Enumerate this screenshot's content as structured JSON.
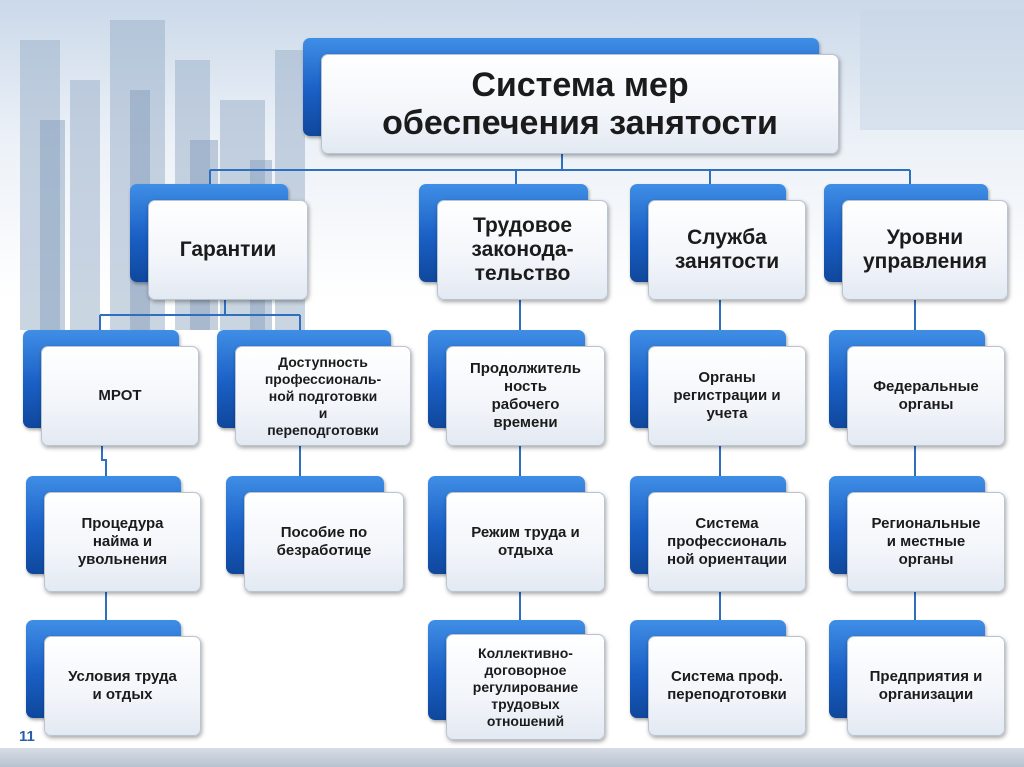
{
  "diagram": {
    "root": "Система мер\nобеспечения занятости",
    "columns": [
      {
        "header": "Гарантии"
      },
      {
        "header": "Трудовое\nзаконода-\nтельство"
      },
      {
        "header": "Служба\nзанятости"
      },
      {
        "header": "Уровни\nуправления"
      }
    ],
    "nodes": {
      "mrot": "МРОТ",
      "access_training": "Доступность\nпрофессиональ-\nной подготовки\nи\nпереподготовки",
      "hiring_procedure": "Процедура\nнайма и\nувольнения",
      "unemployment_benefit": "Пособие по\nбезработице",
      "work_conditions": "Условия труда\nи отдых",
      "work_duration": "Продолжитель\nность\nрабочего\nвремени",
      "work_rest_regime": "Режим труда и\nотдыха",
      "collective_regulation": "Коллективно-\nдоговорное\nрегулирование\nтрудовых\nотношений",
      "registration_bodies": "Органы\nрегистрации и\nучета",
      "career_guidance": "Система\nпрофессиональ\nной ориентации",
      "retraining_system": "Система проф.\nпереподготовки",
      "federal_bodies": "Федеральные\nорганы",
      "regional_bodies": "Региональные\nи местные\nорганы",
      "enterprises": "Предприятия и\nорганизации"
    }
  },
  "footer": {
    "slide_number": "11"
  },
  "colors": {
    "box_back": "#1a5fc4",
    "box_front": "#f2f5fa",
    "connector": "#2f6fc0",
    "text": "#1b1b1b"
  }
}
